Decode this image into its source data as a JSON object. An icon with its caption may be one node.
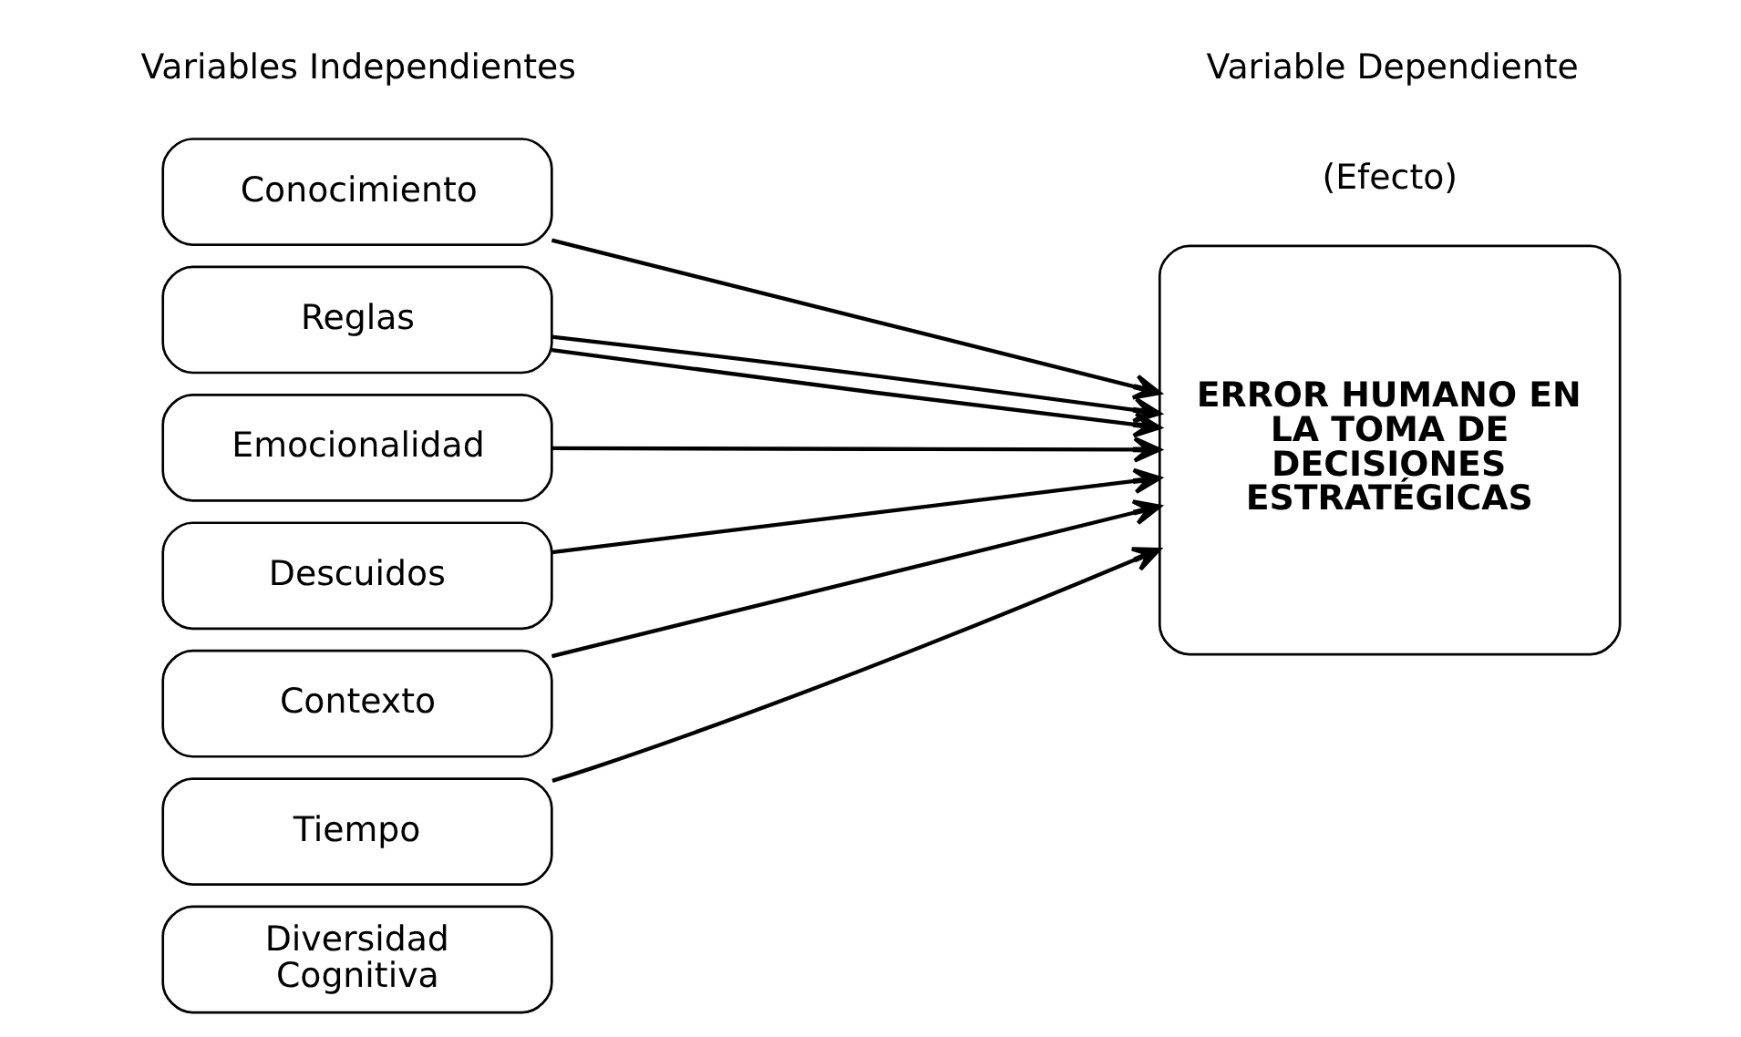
{
  "diagram": {
    "nodes": [
      {
        "text": [
          "Conocimiento"
        ]
      },
      {
        "text": [
          "Reglas"
        ]
      },
      {
        "text": [
          "Emocionalidad"
        ]
      },
      {
        "text": [
          "Descuidos"
        ]
      },
      {
        "text": [
          "Contexto"
        ]
      },
      {
        "text": [
          "Tiempo"
        ]
      },
      {
        "text": [
          "Diversidad Cognitiva"
        ]
      },
      {
        "text": [
          "ERROR HUMANO EN LA TOMA DE DECISIONES ESTRATÉGICAS"
        ]
      }
    ],
    "edges": [
      {
        "from": 0,
        "to": 7,
        "arrow": "to"
      },
      {
        "from": 1,
        "to": 7,
        "arrow": "to"
      },
      {
        "from": 1,
        "to": 7,
        "arrow": "to"
      },
      {
        "from": 2,
        "to": 7,
        "arrow": "to"
      },
      {
        "from": 3,
        "to": 7,
        "arrow": "to"
      },
      {
        "from": 4,
        "to": 7,
        "arrow": "to"
      },
      {
        "from": 5,
        "to": 7,
        "arrow": "to"
      }
    ],
    "labels": [
      "Variables Independientes",
      "Variable Dependiente",
      "(Efecto)"
    ]
  }
}
